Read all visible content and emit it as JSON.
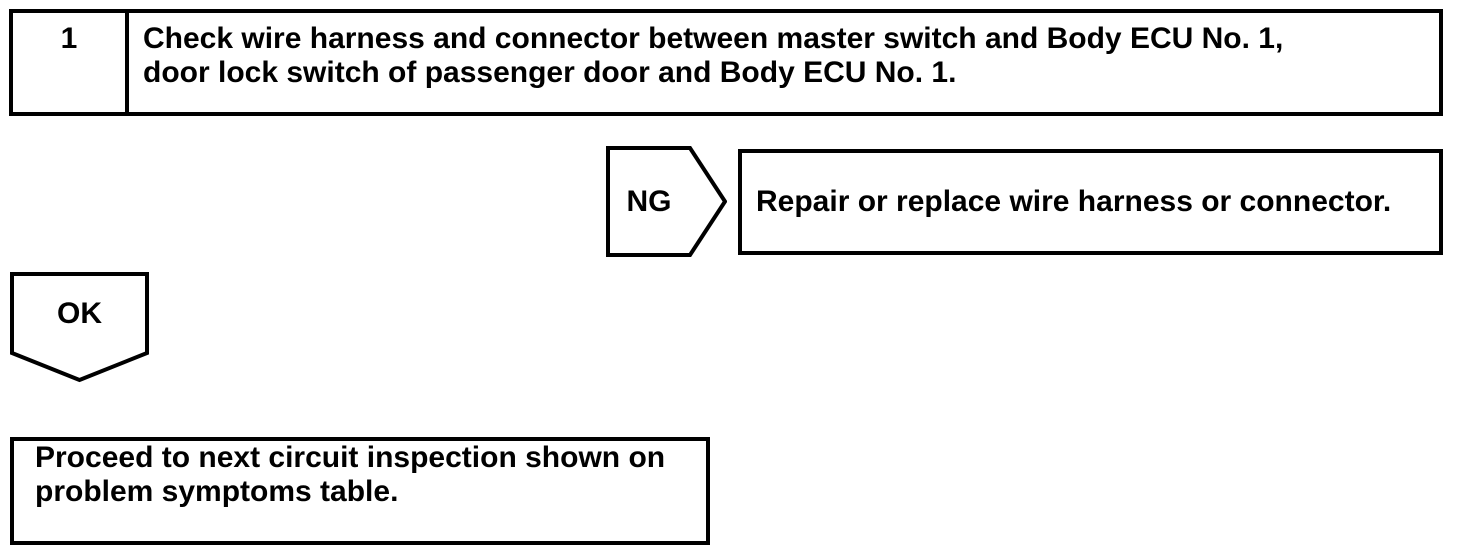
{
  "flowchart": {
    "step": {
      "number": "1",
      "instruction_lines": [
        "Check wire harness and connector between master switch and Body ECU No. 1,",
        "door lock switch of passenger door and Body ECU No. 1."
      ]
    },
    "ng_branch": {
      "label": "NG",
      "action": "Repair or replace wire harness or connector."
    },
    "ok_branch": {
      "label": "OK"
    },
    "result": {
      "lines": [
        "Proceed to next circuit inspection shown on",
        "problem symptoms table."
      ]
    },
    "colors": {
      "line": "#000000",
      "background": "#ffffff"
    }
  }
}
